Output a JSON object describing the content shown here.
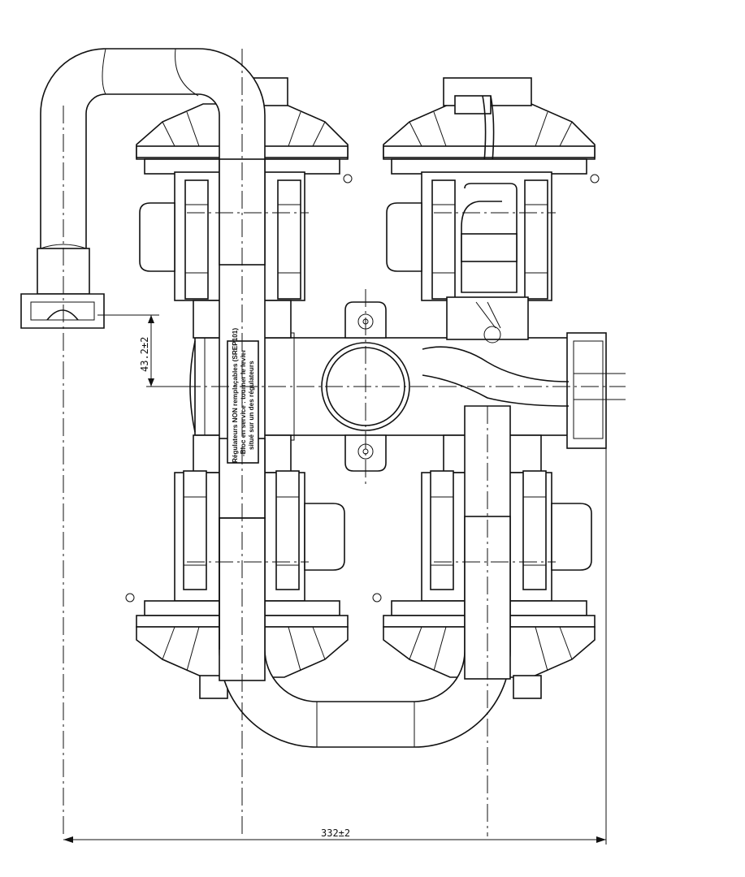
{
  "dimensions": {
    "width_label": "332±2",
    "offset_label": "43.2±2"
  },
  "label_plate": {
    "lines": [
      "Régulateurs NON remplaçables (SREP101)",
      "-Bloc en service : tourner le levier",
      "situé sur un des régulateurs"
    ]
  }
}
